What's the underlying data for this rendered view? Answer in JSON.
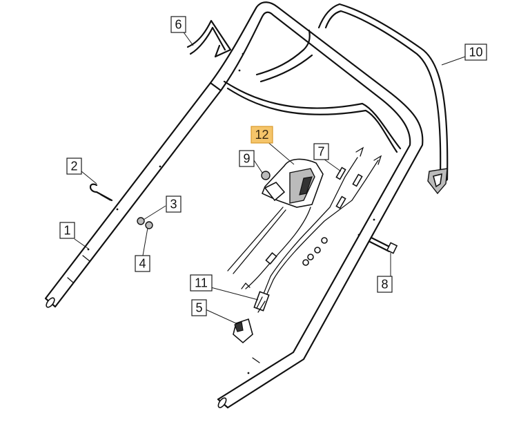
{
  "callouts": [
    {
      "id": "1",
      "label": "1",
      "highlight": false
    },
    {
      "id": "2",
      "label": "2",
      "highlight": false
    },
    {
      "id": "3",
      "label": "3",
      "highlight": false
    },
    {
      "id": "4",
      "label": "4",
      "highlight": false
    },
    {
      "id": "5",
      "label": "5",
      "highlight": false
    },
    {
      "id": "6",
      "label": "6",
      "highlight": false
    },
    {
      "id": "7",
      "label": "7",
      "highlight": false
    },
    {
      "id": "8",
      "label": "8",
      "highlight": false
    },
    {
      "id": "9",
      "label": "9",
      "highlight": false
    },
    {
      "id": "10",
      "label": "10",
      "highlight": false
    },
    {
      "id": "11",
      "label": "11",
      "highlight": false
    },
    {
      "id": "12",
      "label": "12",
      "highlight": true
    }
  ],
  "colors": {
    "line": "#111111",
    "highlight_fill": "#f5c56a",
    "highlight_stroke": "#d99a2b"
  }
}
